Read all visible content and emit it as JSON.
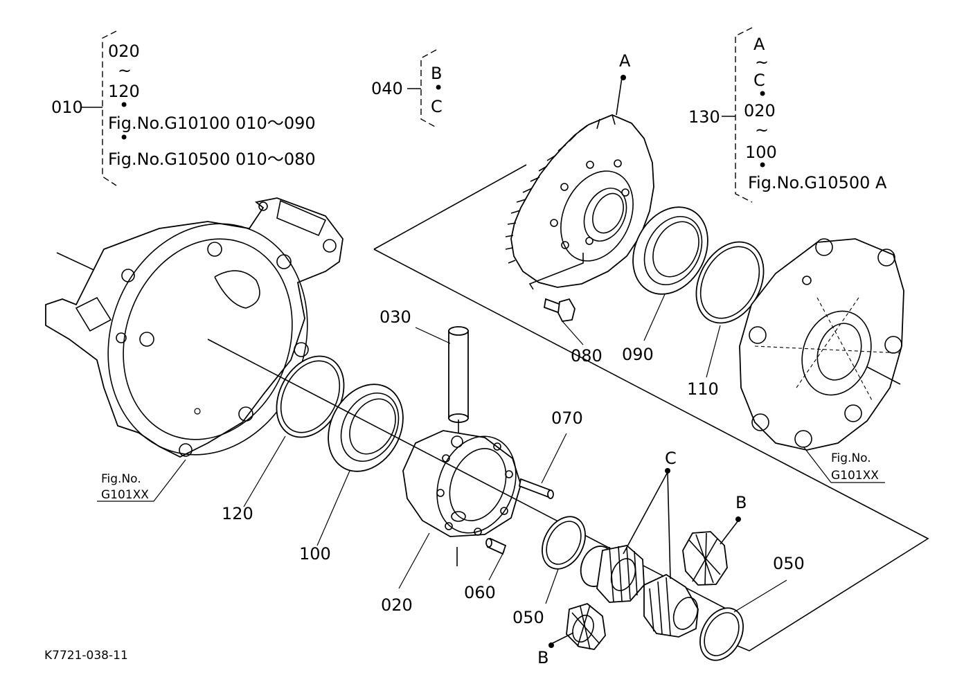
{
  "drawing_id": "K7721-038-11",
  "brackets": {
    "b010": {
      "ref": "010",
      "lines": [
        "020",
        "~",
        "120",
        "•",
        "Fig.No.G10100  010～090",
        "•",
        "Fig.No.G10500  010～080"
      ]
    },
    "b040": {
      "ref": "040",
      "lines": [
        "B",
        "•",
        "C"
      ]
    },
    "b130": {
      "ref": "130",
      "lines": [
        "A",
        "~",
        "C",
        "•",
        "020",
        "~",
        "100",
        "•",
        "Fig.No.G10500  A"
      ]
    }
  },
  "callouts": {
    "c020": "020",
    "c030": "030",
    "c050a": "050",
    "c050b": "050",
    "c060": "060",
    "c070": "070",
    "c080": "080",
    "c090": "090",
    "c100": "100",
    "c110": "110",
    "c120": "120",
    "markA": "A",
    "markB1": "B",
    "markB2": "B",
    "markC": "C"
  },
  "fig_refs": {
    "left": {
      "line1": "Fig.No.",
      "line2": "G101XX"
    },
    "right": {
      "line1": "Fig.No.",
      "line2": "G101XX"
    }
  }
}
